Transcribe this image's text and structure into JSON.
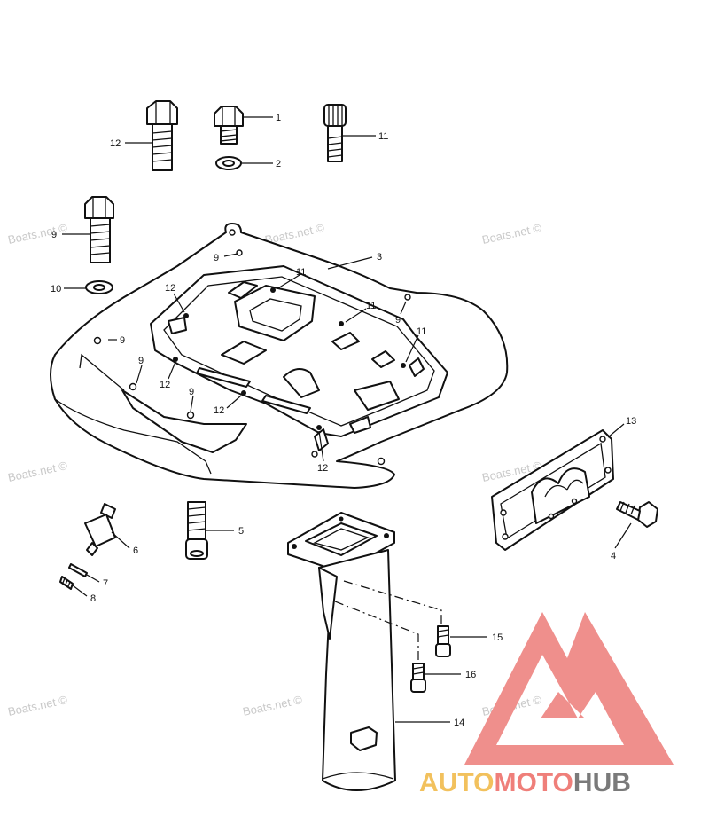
{
  "watermark": "Boats.net ©",
  "logo": {
    "part1": "AUTO",
    "part2": "MOTO",
    "part3": "HUB",
    "color_auto": "#f2c15d",
    "color_moto": "#ef7f7a",
    "color_hub": "#7a7a7a",
    "triangle_color": "#ef8f8c"
  },
  "callouts": {
    "c1": "1",
    "c2": "2",
    "c3": "3",
    "c4": "4",
    "c5": "5",
    "c6": "6",
    "c7": "7",
    "c8": "8",
    "c9": "9",
    "c10": "10",
    "c11": "11",
    "c12": "12",
    "c13": "13",
    "c14": "14",
    "c15": "15",
    "c16": "16"
  }
}
